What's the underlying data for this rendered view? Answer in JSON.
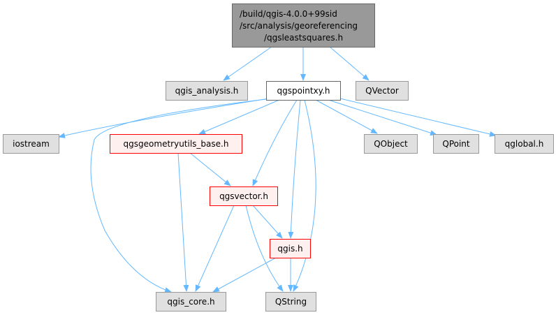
{
  "nodes": {
    "root": [
      "/build/qgis-4.0.0+99sid",
      "/src/analysis/georeferencing",
      "/qgsleastsquares.h"
    ],
    "qgis_analysis": "qgis_analysis.h",
    "qgspointxy": "qgspointxy.h",
    "qvector": "QVector",
    "iostream": "iostream",
    "qgsgeometryutils_base": "qgsgeometryutils_base.h",
    "qobject": "QObject",
    "qpoint": "QPoint",
    "qglobal": "qglobal.h",
    "qgsvector": "qgsvector.h",
    "qgis": "qgis.h",
    "qgis_core": "qgis_core.h",
    "qstring": "QString"
  },
  "colors": {
    "edge": "#63b8ff",
    "root_fill": "#999999",
    "ext_fill": "#e0e0e0",
    "red_border": "#ff0000"
  }
}
